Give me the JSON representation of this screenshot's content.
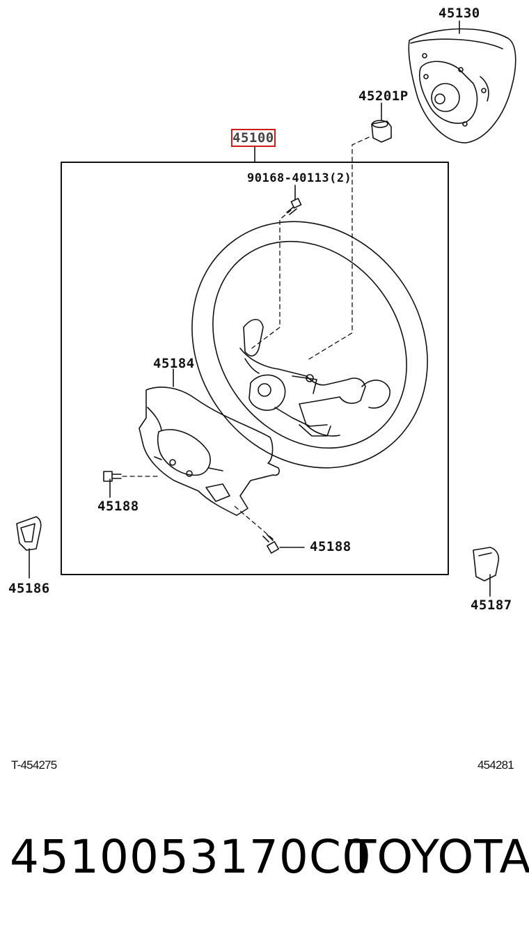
{
  "diagram": {
    "labels": {
      "p45130": "45130",
      "p45201p": "45201P",
      "p45100": "45100",
      "p90168": "90168-40113(2)",
      "p45184": "45184",
      "p45188_left": "45188",
      "p45188_right": "45188",
      "p45186": "45186",
      "p45187": "45187"
    },
    "highlight_color": "#d01a1a",
    "codes": {
      "left": "T-454275",
      "right": "454281"
    }
  },
  "footer": {
    "part_number": "4510053170C0",
    "brand": "TOYOTA"
  }
}
